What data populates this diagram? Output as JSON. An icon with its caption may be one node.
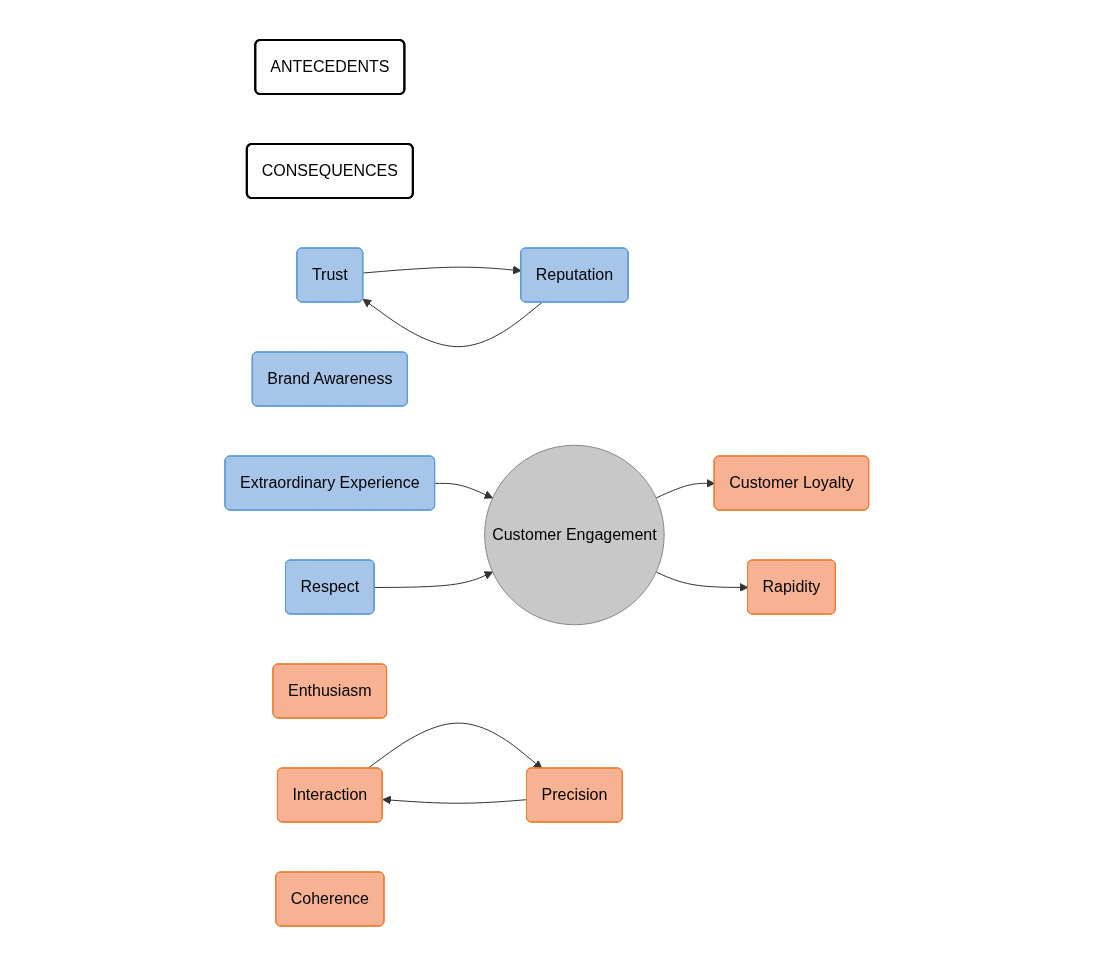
{
  "diagram": {
    "nodes": [
      {
        "text": [
          "ANTECEDENTS"
        ]
      },
      {
        "text": [
          "CONSEQUENCES"
        ]
      },
      {
        "text": [
          "Extraordinary Experience"
        ]
      },
      {
        "text": [
          "Brand Awareness"
        ]
      },
      {
        "text": [
          "Trust"
        ]
      },
      {
        "text": [
          "Reputation"
        ]
      },
      {
        "text": [
          "Respect"
        ]
      },
      {
        "text": [
          "Customer Engagement"
        ]
      },
      {
        "text": [
          "Customer Loyalty"
        ]
      },
      {
        "text": [
          "Enthusiasm"
        ]
      },
      {
        "text": [
          "Interaction"
        ]
      },
      {
        "text": [
          "Precision"
        ]
      },
      {
        "text": [
          "Coherence"
        ]
      },
      {
        "text": [
          "Rapidity"
        ]
      }
    ],
    "edges": [
      {
        "from": 2,
        "to": 7,
        "arrow": "to"
      },
      {
        "from": 6,
        "to": 7,
        "arrow": "to"
      },
      {
        "from": 4,
        "to": 5,
        "arrow": "to"
      },
      {
        "from": 5,
        "to": 4,
        "arrow": "to"
      },
      {
        "from": 7,
        "to": 8,
        "arrow": "to"
      },
      {
        "from": 7,
        "to": 13,
        "arrow": "to"
      },
      {
        "from": 10,
        "to": 11,
        "arrow": "to"
      },
      {
        "from": 11,
        "to": 10,
        "arrow": "to"
      }
    ]
  }
}
